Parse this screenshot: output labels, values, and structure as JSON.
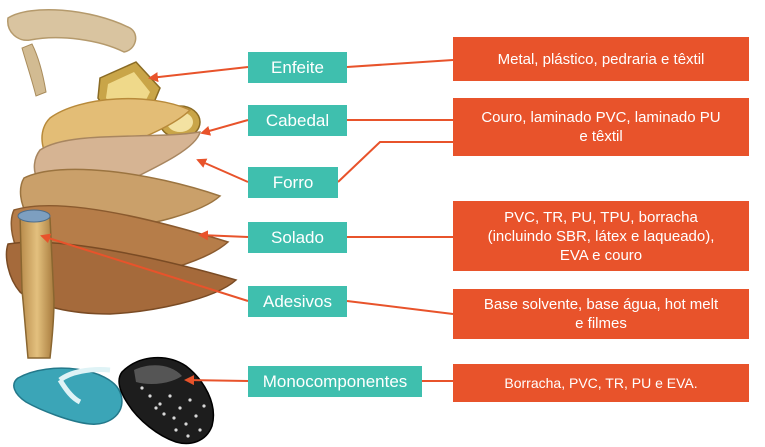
{
  "colors": {
    "label_bg": "#3fbfae",
    "material_bg": "#e8532b",
    "arrow": "#e8532b",
    "text": "#ffffff"
  },
  "components": [
    {
      "label": "Enfeite",
      "materials": [
        "Metal, plástico, pedraria e têxtil"
      ]
    },
    {
      "label": "Cabedal",
      "materials": [
        "Couro, laminado PVC, laminado PU",
        "e têxtil"
      ]
    },
    {
      "label": "Forro",
      "materials": []
    },
    {
      "label": "Solado",
      "materials": [
        "PVC, TR, PU, TPU, borracha",
        "(incluindo SBR, látex e laqueado),",
        "EVA e couro"
      ]
    },
    {
      "label": "Adesivos",
      "materials": [
        "Base solvente, base água, hot melt",
        "e filmes"
      ]
    },
    {
      "label": "Monocomponentes",
      "materials": [
        "Borracha, PVC, TR, PU e EVA."
      ]
    }
  ],
  "illustrations": [
    "exploded-high-heel-sandal",
    "flip-flop-sandal",
    "studded-black-flat-shoe"
  ]
}
